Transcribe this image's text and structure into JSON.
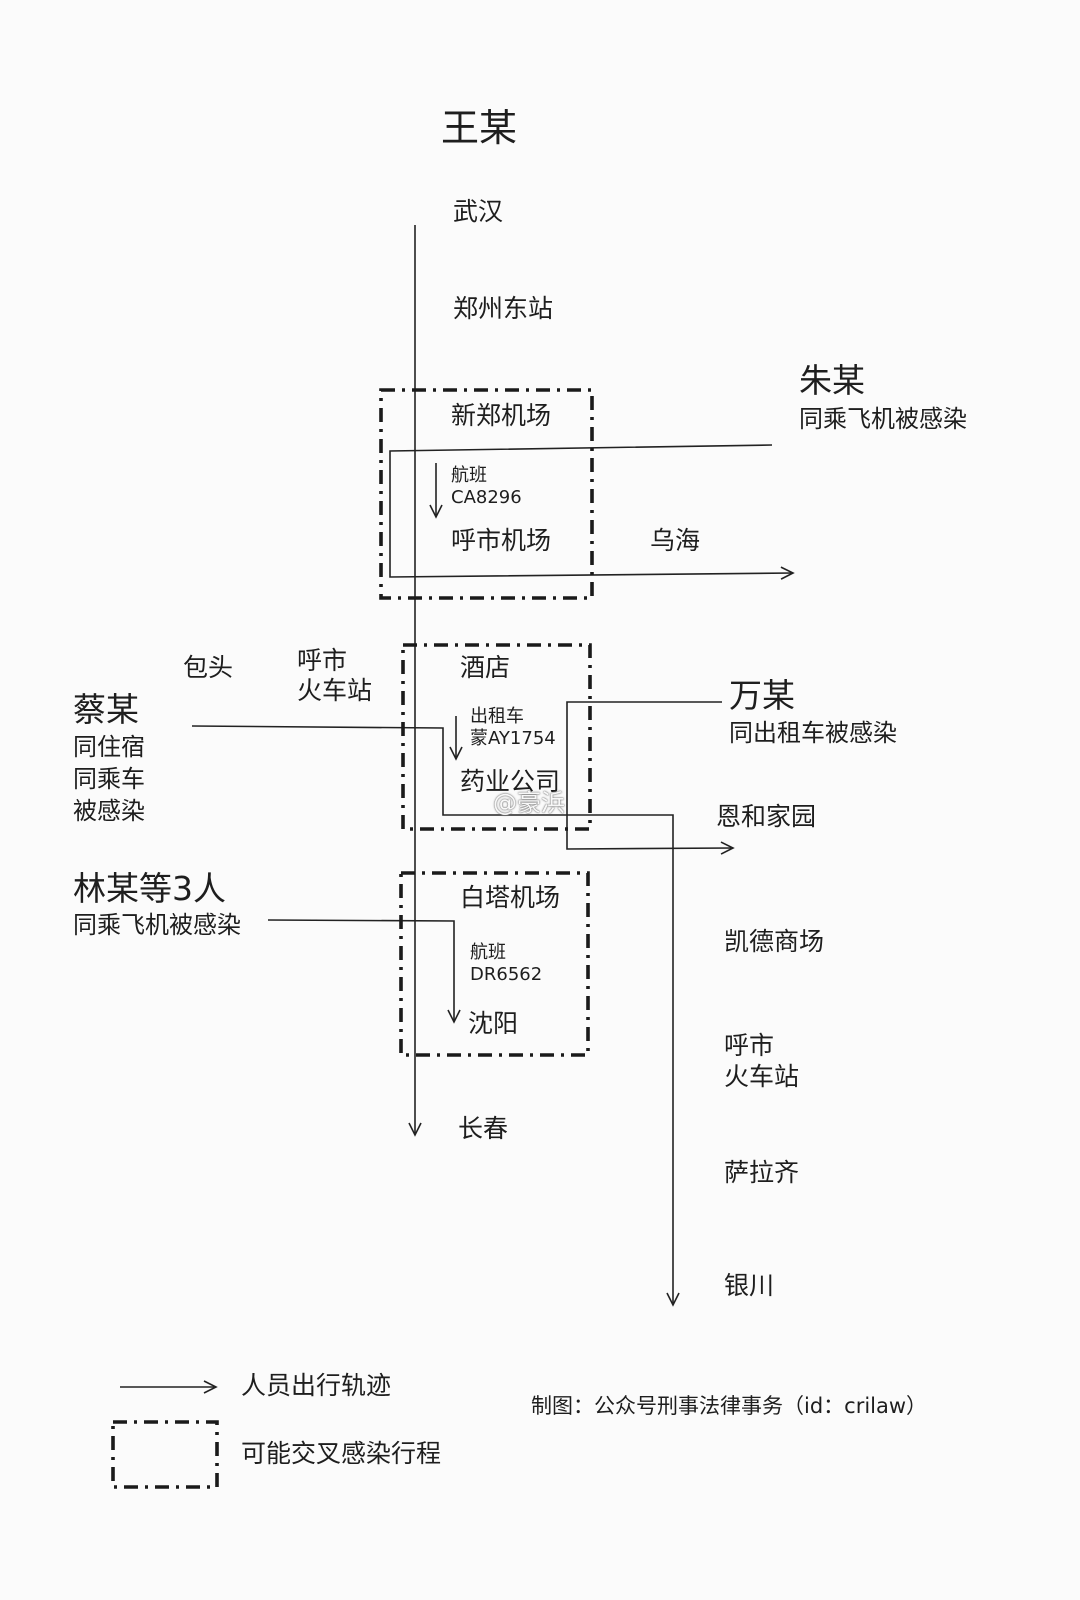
{
  "title": "王某",
  "route_main": [
    "武汉",
    "郑州东站",
    "新郑机场",
    "呼市机场",
    "酒店",
    "药业公司",
    "白塔机场",
    "沈阳",
    "长春"
  ],
  "flight1": {
    "label": "航班",
    "code": "CA8296"
  },
  "taxi": {
    "label": "出租车",
    "code": "蒙AY1754"
  },
  "flight2": {
    "label": "航班",
    "code": "DR6562"
  },
  "zhu": {
    "name": "朱某",
    "note": "同乘飞机被感染",
    "dest": "乌海"
  },
  "cai": {
    "name": "蔡某",
    "notes": [
      "同住宿",
      "同乘车",
      "被感染"
    ],
    "places": [
      "包头",
      "呼市",
      "火车站"
    ]
  },
  "wan": {
    "name": "万某",
    "note": "同出租车被感染",
    "dest": "恩和家园"
  },
  "lin": {
    "name": "林某等3人",
    "note": "同乘飞机被感染"
  },
  "cai_route": [
    "凯德商场",
    "呼市",
    "火车站",
    "萨拉齐",
    "银川"
  ],
  "legend": {
    "track": "人员出行轨迹",
    "zone": "可能交叉感染行程"
  },
  "credit": "制图：公众号刑事法律事务（id：crilaw）",
  "watermark": "@豪浜"
}
